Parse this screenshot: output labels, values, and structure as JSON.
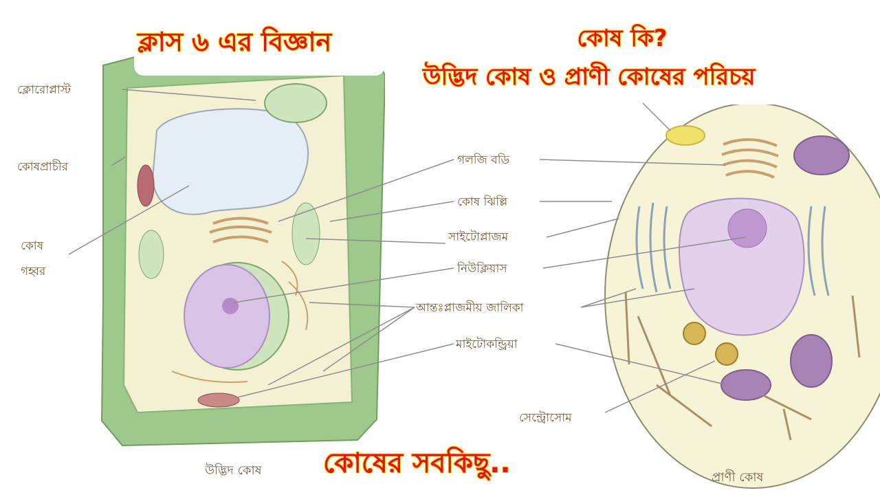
{
  "titles": {
    "class_title": "ক্লাস ৬ এর বিজ্ঞান",
    "question": "কোষ কি?",
    "intro": "উদ্ভিদ কোষ ও প্রাণী কোষের পরিচয়",
    "bottom": "কোষের সবকিছু.."
  },
  "plant_labels": {
    "chloroplast": "ক্লোরোপ্লাস্ট",
    "cell_wall": "কোষপ্রাচীর",
    "vacuole_1": "কোষ",
    "vacuole_2": "গহ্বর"
  },
  "center_labels": {
    "golgi": "গলজি বডি",
    "membrane": "কোষ ঝিল্লি",
    "cytoplasm": "সাইটোপ্লাজম",
    "nucleus": "নিউক্লিয়াস",
    "er": "আন্তঃপ্লাজমীয় জালিকা",
    "mitochondria": "মাইটোকন্ড্রিয়া"
  },
  "animal_labels": {
    "centrosome": "সেন্ট্রোসোম"
  },
  "captions": {
    "plant_cell": "উদ্ভিদ কোষ",
    "animal_cell": "প্রাণী কোষ"
  },
  "colors": {
    "title_red": "#e0151a",
    "title_glow": "#ffe34a",
    "cell_wall_green": "#9ec98c",
    "cytoplasm_cream": "#f6f3d6",
    "nucleus_purple": "#d9c3e6",
    "label_brown": "#7a5a32"
  }
}
